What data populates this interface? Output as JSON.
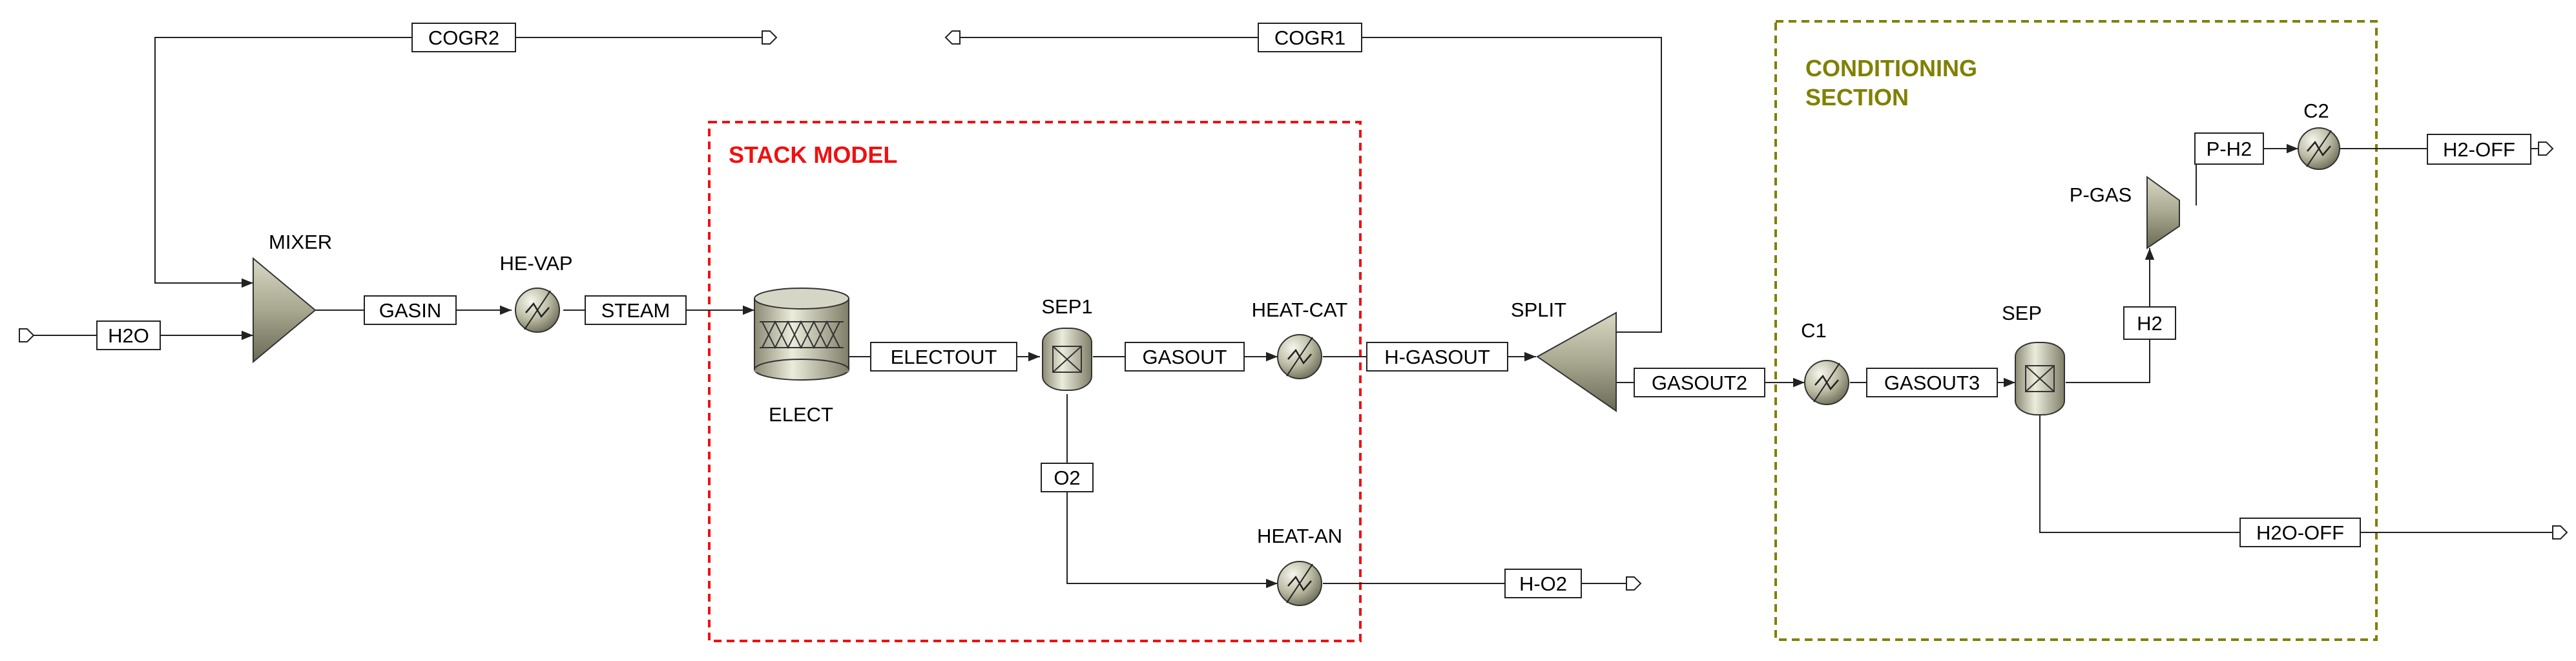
{
  "diagram": {
    "sections": [
      {
        "id": "stack",
        "label": "STACK MODEL",
        "color": "#ee1111"
      },
      {
        "id": "cond",
        "label_line1": "CONDITIONING",
        "label_line2": "SECTION",
        "color": "#808000"
      }
    ],
    "blocks": {
      "mixer": "MIXER",
      "hevap": "HE-VAP",
      "elect": "ELECT",
      "sep1": "SEP1",
      "heatcat": "HEAT-CAT",
      "heatan": "HEAT-AN",
      "split": "SPLIT",
      "c1": "C1",
      "sep": "SEP",
      "pgas": "P-GAS",
      "c2": "C2"
    },
    "streams": {
      "h2o": "H2O",
      "gasin": "GASIN",
      "steam": "STEAM",
      "electout": "ELECTOUT",
      "gasout": "GASOUT",
      "hgasout": "H-GASOUT",
      "o2": "O2",
      "ho2": "H-O2",
      "cogr1": "COGR1",
      "cogr2": "COGR2",
      "gasout2": "GASOUT2",
      "gasout3": "GASOUT3",
      "h2": "H2",
      "ph2": "P-H2",
      "h2off": "H2-OFF",
      "h2ooff": "H2O-OFF"
    }
  }
}
